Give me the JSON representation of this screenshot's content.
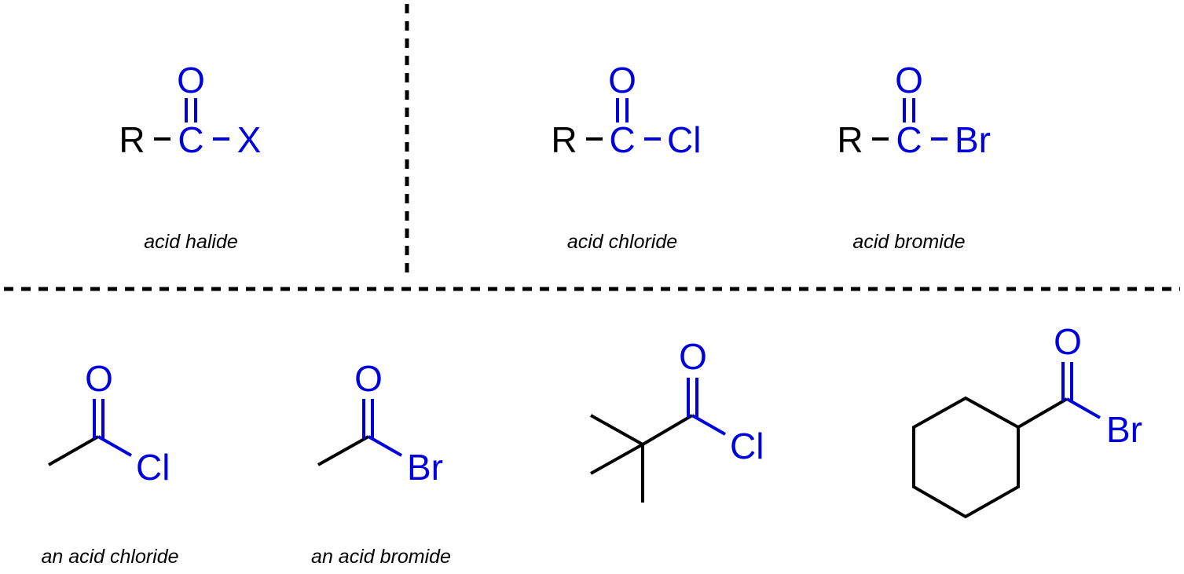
{
  "colors": {
    "carbonyl": "#0000dd",
    "skeleton": "#000000"
  },
  "top_left": {
    "general": {
      "r": "R",
      "c": "C",
      "o": "O",
      "x": "X",
      "caption": "acid halide"
    }
  },
  "top_right": {
    "chloride": {
      "r": "R",
      "c": "C",
      "o": "O",
      "x": "Cl",
      "caption": "acid chloride"
    },
    "bromide": {
      "r": "R",
      "c": "C",
      "o": "O",
      "x": "Br",
      "caption": "acid bromide"
    }
  },
  "bottom": {
    "acetyl_chloride": {
      "o": "O",
      "x": "Cl",
      "caption": "an acid chloride"
    },
    "acetyl_bromide": {
      "o": "O",
      "x": "Br",
      "caption": "an acid bromide"
    },
    "pivaloyl_chloride": {
      "o": "O",
      "x": "Cl"
    },
    "cyclohexanecarbonyl_bromide": {
      "o": "O",
      "x": "Br"
    }
  }
}
